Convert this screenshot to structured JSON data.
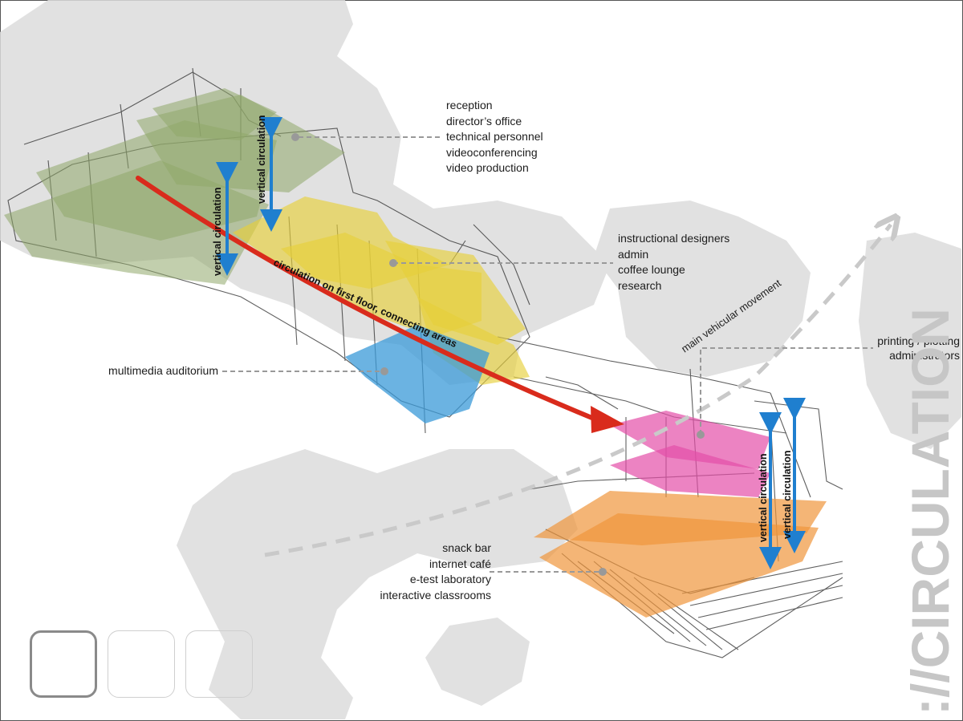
{
  "zones": {
    "admin": {
      "items": [
        "reception",
        "director’s office",
        "technical personnel",
        "videoconferencing",
        "video production"
      ],
      "color": "#8fa86a"
    },
    "design": {
      "items": [
        "instructional designers",
        "admin",
        "coffee lounge",
        "research"
      ],
      "color": "#e6cf3a"
    },
    "auditorium": {
      "items": [
        "multimedia auditorium"
      ],
      "color": "#3a9ad8"
    },
    "printing": {
      "items": [
        "printing / plotting",
        "administrators"
      ],
      "color": "#e44fa8"
    },
    "services": {
      "items": [
        "snack bar",
        "internet café",
        "e-test laboratory",
        "interactive classrooms"
      ],
      "color": "#f0963c"
    }
  },
  "arrows": {
    "vertical_circulation": "vertical circulation",
    "first_floor_circulation": "circulation on first floor, connecting areas",
    "vehicular": "main vehicular movement",
    "vertical_color": "#1f7fcf",
    "main_color": "#d92b1c"
  },
  "watermark_text": "://CIRCULATION"
}
